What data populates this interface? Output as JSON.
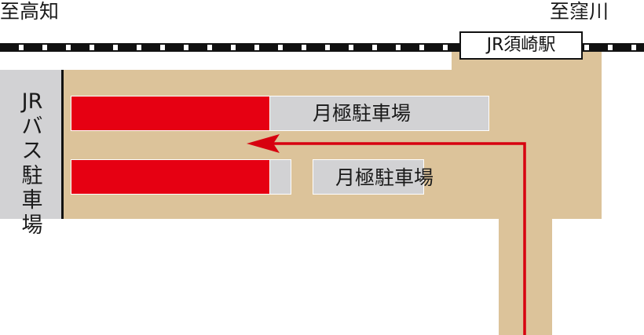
{
  "destinations": {
    "left": "至高知",
    "right": "至窪川"
  },
  "station": {
    "name": "JR須崎駅"
  },
  "bus_parking": {
    "label": "JRバス駐車場"
  },
  "parking_lots": [
    {
      "label": "月極駐車場"
    },
    {
      "label": "月極駐車場"
    }
  ],
  "colors": {
    "road": "#dcc39a",
    "lot": "#d2d2d4",
    "highlight": "#e60012",
    "rail": "#111111",
    "route": "#d7000f"
  }
}
